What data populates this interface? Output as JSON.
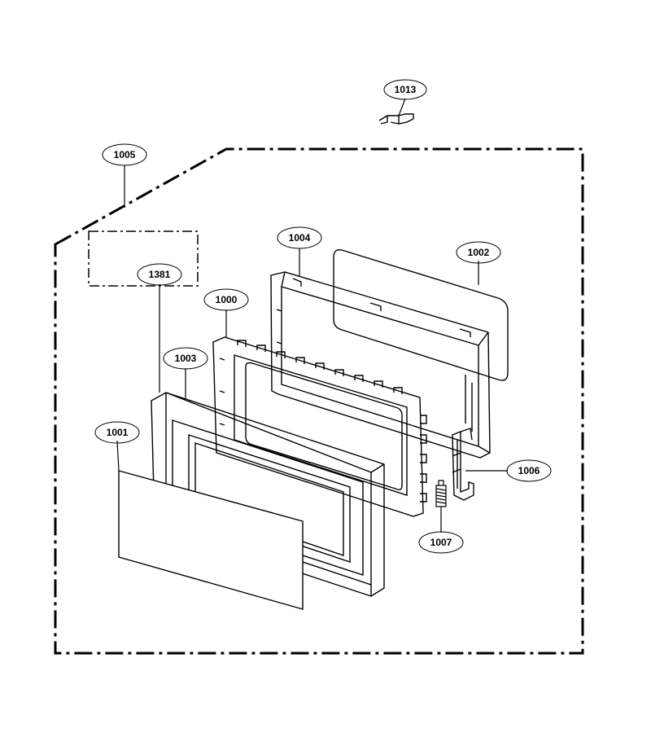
{
  "callouts": {
    "c1013": "1013",
    "c1005": "1005",
    "c1004": "1004",
    "c1002": "1002",
    "c1381": "1381",
    "c1000": "1000",
    "c1003": "1003",
    "c1001": "1001",
    "c1006": "1006",
    "c1007": "1007"
  }
}
